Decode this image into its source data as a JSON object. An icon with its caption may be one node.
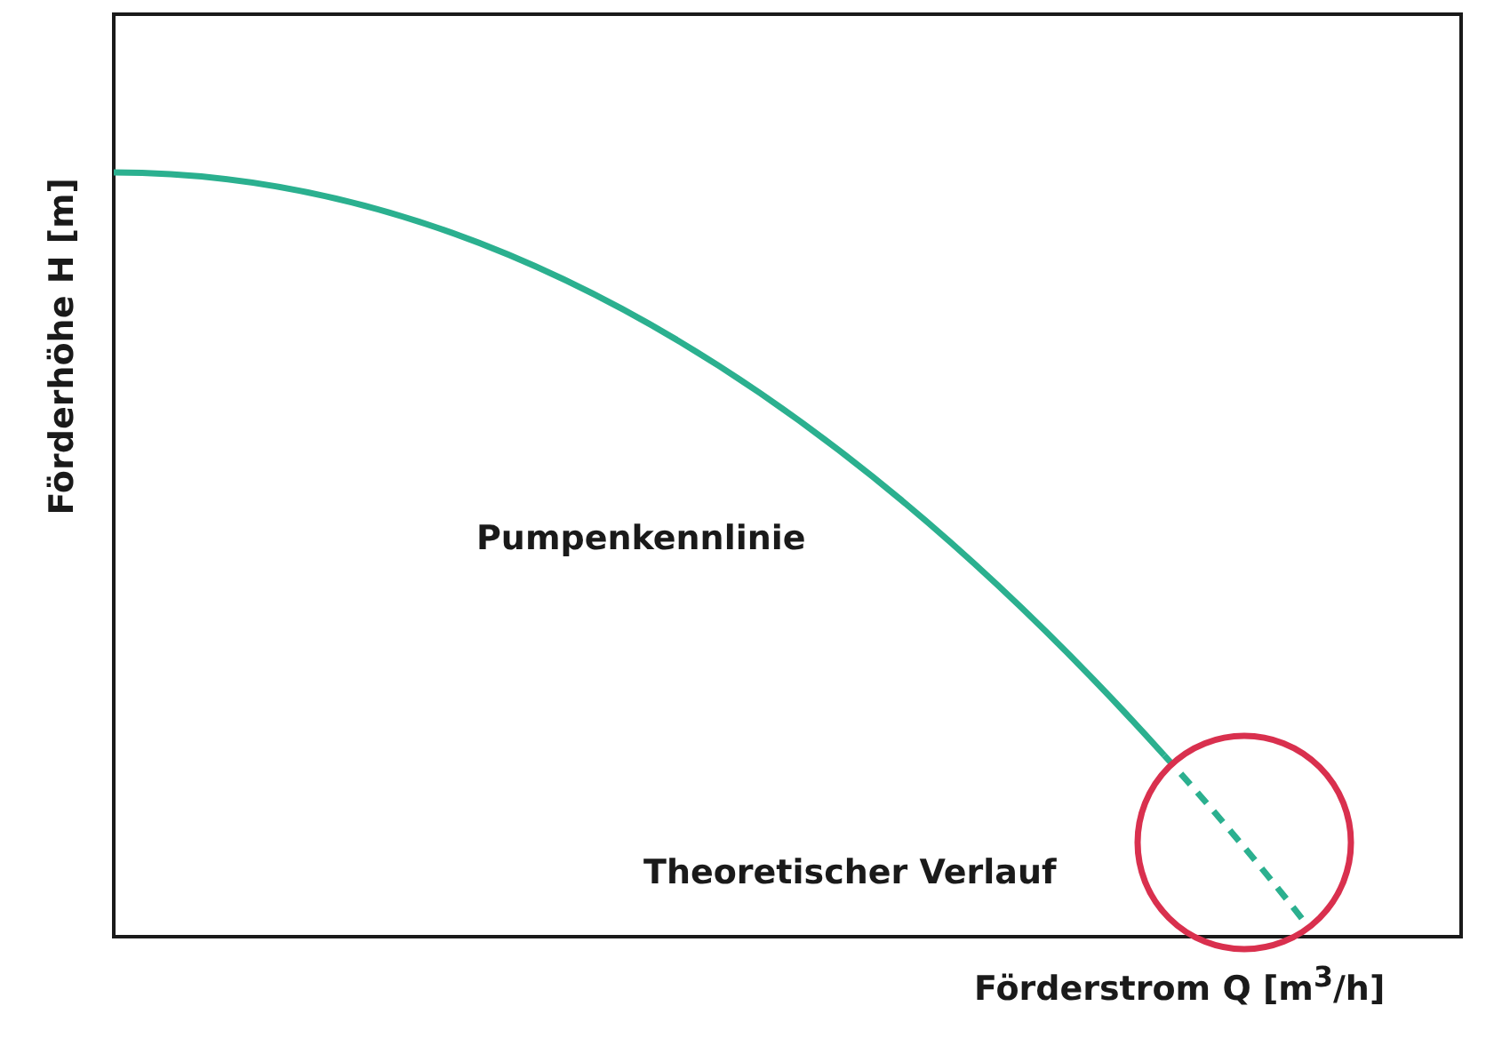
{
  "diagram": {
    "labels": [
      "Förderhöhe H [m]",
      "Pumpenkennlinie",
      "Theoretischer Verlauf",
      "Förderstrom Q  [m$^{3}$/h]"
    ]
  }
}
